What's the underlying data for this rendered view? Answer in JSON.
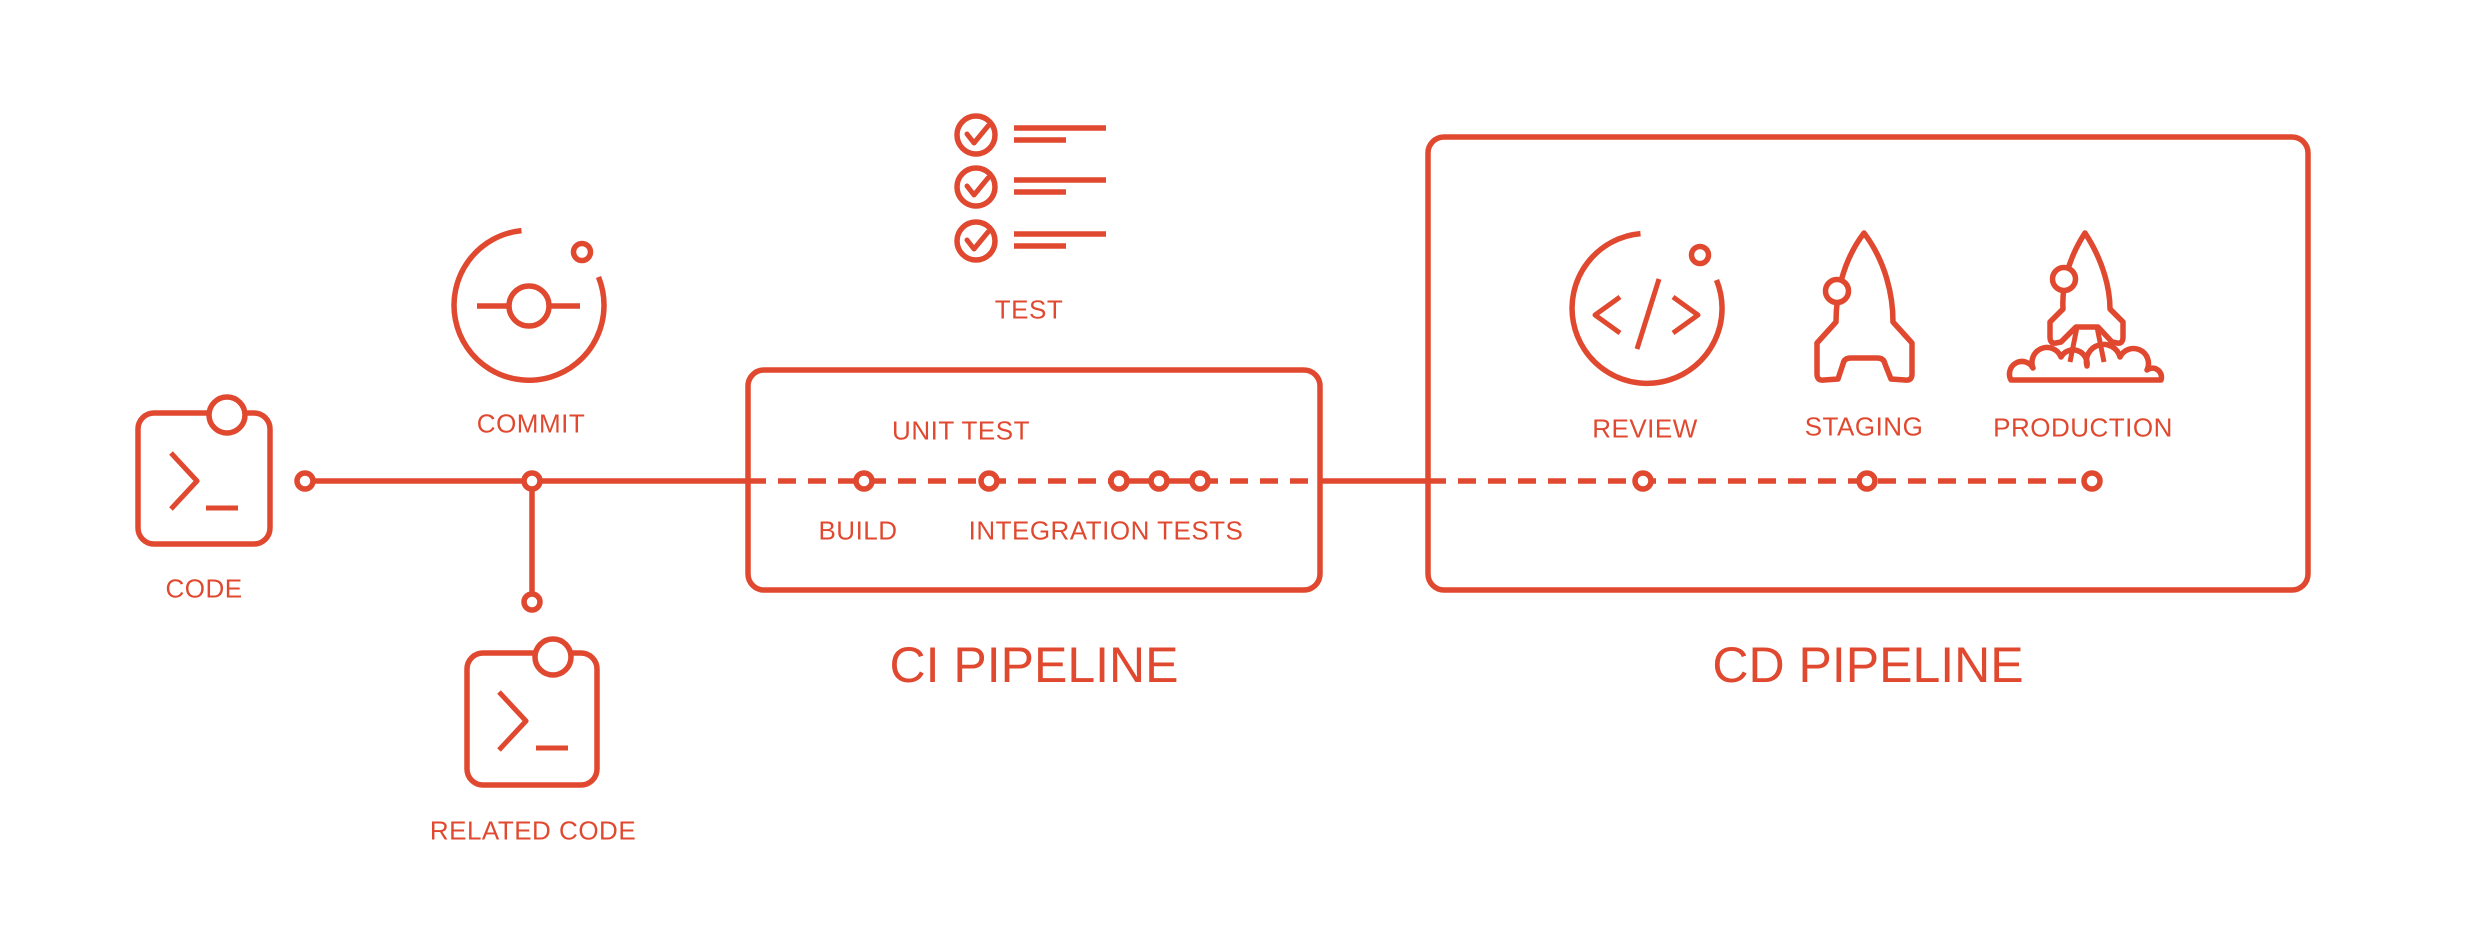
{
  "colors": {
    "accent": "#E0492F",
    "background": "#FFFFFF"
  },
  "labels": {
    "code": "CODE",
    "commit": "COMMIT",
    "related_code": "RELATED CODE",
    "test": "TEST",
    "build": "BUILD",
    "unit_test": "UNIT TEST",
    "integration_tests": "INTEGRATION TESTS",
    "review": "REVIEW",
    "staging": "STAGING",
    "production": "PRODUCTION",
    "ci_title": "CI PIPELINE",
    "cd_title": "CD PIPELINE"
  },
  "icons": {
    "code": "terminal-code-icon",
    "related_code": "terminal-code-icon",
    "commit": "git-commit-icon",
    "test": "checklist-icon",
    "review": "code-review-icon",
    "staging": "rocket-icon",
    "production": "rocket-launch-icon"
  }
}
